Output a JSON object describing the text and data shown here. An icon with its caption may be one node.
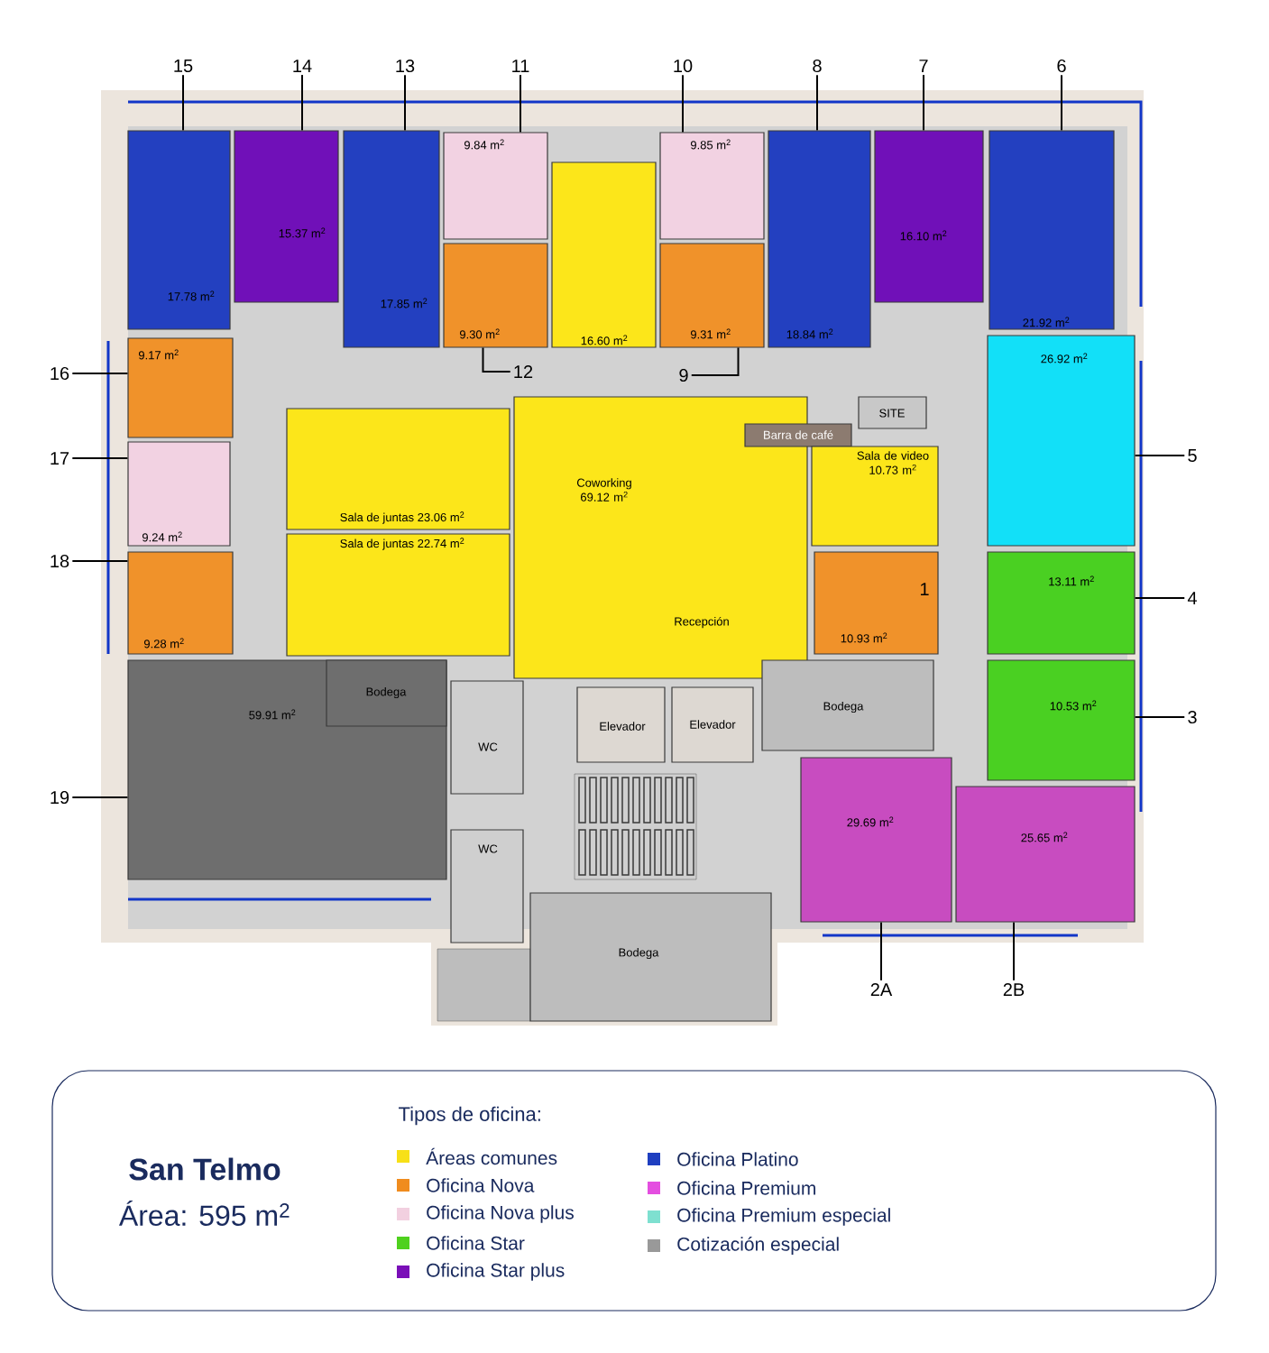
{
  "diagram": {
    "title": "San Telmo",
    "nodes": [
      {
        "text": [
          "17.78 m$^{2}$"
        ]
      },
      {
        "text": [
          "15.37 m$^{2}$"
        ]
      },
      {
        "text": [
          "17.85 m$^{2}$"
        ]
      },
      {
        "text": [
          "9.84 m$^{2}$"
        ]
      },
      {
        "text": [
          "9.30 m$^{2}$"
        ]
      },
      {
        "text": [
          "16.60 m$^{2}$"
        ]
      },
      {
        "text": [
          "9.85 m$^{2}$"
        ]
      },
      {
        "text": [
          "9.31 m$^{2}$"
        ]
      },
      {
        "text": [
          "18.84 m$^{2}$"
        ]
      },
      {
        "text": [
          "16.10 m$^{2}$"
        ]
      },
      {
        "text": [
          "21.92 m$^{2}$"
        ]
      },
      {
        "text": [
          "9.17 m$^{2}$"
        ]
      },
      {
        "text": [
          "9.24 m$^{2}$"
        ]
      },
      {
        "text": [
          "9.28 m$^{2}$"
        ]
      },
      {
        "text": [
          "Sala de juntas 23.06 m$^{2}$"
        ]
      },
      {
        "text": [
          "Sala de juntas 22.74 m$^{2}$"
        ]
      },
      {
        "text": [
          "Coworking 69.12 m$^{2}$",
          "Recepción"
        ]
      },
      {
        "text": [
          "Barra de café"
        ],
        "in": 16
      },
      {
        "text": [
          "SITE"
        ]
      },
      {
        "text": [
          "Sala de video 10.73 m$^{2}$"
        ]
      },
      {
        "text": [
          "10.93 m$^{2}$"
        ]
      },
      {
        "text": [
          "26.92 m$^{2}$"
        ]
      },
      {
        "text": [
          "13.11 m$^{2}$"
        ]
      },
      {
        "text": [
          "10.53 m$^{2}$"
        ]
      },
      {
        "text": [
          "59.91 m$^{2}$"
        ]
      },
      {
        "text": [
          "Bodega"
        ],
        "in": 24
      },
      {
        "text": [
          "WC"
        ]
      },
      {
        "text": [
          "WC"
        ]
      },
      {
        "text": [
          "Elevador"
        ]
      },
      {
        "text": [
          "Elevador"
        ]
      },
      {
        "text": [
          "Bodega"
        ]
      },
      {
        "text": [
          "Bodega"
        ]
      },
      {
        "text": [
          "29.69 m$^{2}$"
        ]
      },
      {
        "text": [
          "25.65 m$^{2}$"
        ]
      },
      {
        "text": [
          "15"
        ]
      },
      {
        "text": [
          "14"
        ]
      },
      {
        "text": [
          "13"
        ]
      },
      {
        "text": [
          "11"
        ]
      },
      {
        "text": [
          "10"
        ]
      },
      {
        "text": [
          "8"
        ]
      },
      {
        "text": [
          "7"
        ]
      },
      {
        "text": [
          "6"
        ]
      },
      {
        "text": [
          "12"
        ]
      },
      {
        "text": [
          "9"
        ]
      },
      {
        "text": [
          "16"
        ]
      },
      {
        "text": [
          "17"
        ]
      },
      {
        "text": [
          "18"
        ]
      },
      {
        "text": [
          "19"
        ]
      },
      {
        "text": [
          "5"
        ]
      },
      {
        "text": [
          "4"
        ]
      },
      {
        "text": [
          "3"
        ]
      },
      {
        "text": [
          "2A"
        ]
      },
      {
        "text": [
          "2B"
        ]
      }
    ],
    "edges": [
      {
        "from": 34,
        "to": 0,
        "arrow": "none"
      },
      {
        "from": 35,
        "to": 1,
        "arrow": "none"
      },
      {
        "from": 36,
        "to": 2,
        "arrow": "none"
      },
      {
        "from": 37,
        "to": 3,
        "arrow": "none"
      },
      {
        "from": 38,
        "to": 6,
        "arrow": "none"
      },
      {
        "from": 39,
        "to": 8,
        "arrow": "none"
      },
      {
        "from": 40,
        "to": 9,
        "arrow": "none"
      },
      {
        "from": 41,
        "to": 10,
        "arrow": "none"
      },
      {
        "from": 42,
        "to": 4,
        "arrow": "none"
      },
      {
        "from": 43,
        "to": 7,
        "arrow": "none"
      },
      {
        "from": 44,
        "to": 11,
        "arrow": "none"
      },
      {
        "from": 45,
        "to": 12,
        "arrow": "none"
      },
      {
        "from": 46,
        "to": 13,
        "arrow": "none"
      },
      {
        "from": 47,
        "to": 24,
        "arrow": "none"
      },
      {
        "from": 48,
        "to": 21,
        "arrow": "none"
      },
      {
        "from": 49,
        "to": 22,
        "arrow": "none"
      },
      {
        "from": 50,
        "to": 23,
        "arrow": "none"
      },
      {
        "from": 51,
        "to": 32,
        "arrow": "none"
      },
      {
        "from": 52,
        "to": 33,
        "arrow": "none"
      }
    ],
    "labels": [
      "1",
      "Tipos de oficina:",
      "Área: 595 m$^{2}$"
    ],
    "legend": [
      {
        "text": "Áreas comunes",
        "color": "#f7e017"
      },
      {
        "text": "Oficina Nova",
        "color": "#f08c1e"
      },
      {
        "text": "Oficina Nova plus",
        "color": "#f2d0e0"
      },
      {
        "text": "Oficina Star",
        "color": "#4fd11e"
      },
      {
        "text": "Oficina Star plus",
        "color": "#7a0fb8"
      },
      {
        "text": "Oficina Platino",
        "color": "#1f3fc0"
      },
      {
        "text": "Oficina Premium",
        "color": "#e44ee0"
      },
      {
        "text": "Oficina Premium especial",
        "color": "#7ee0d0"
      },
      {
        "text": "Cotización especial",
        "color": "#999999"
      }
    ]
  }
}
